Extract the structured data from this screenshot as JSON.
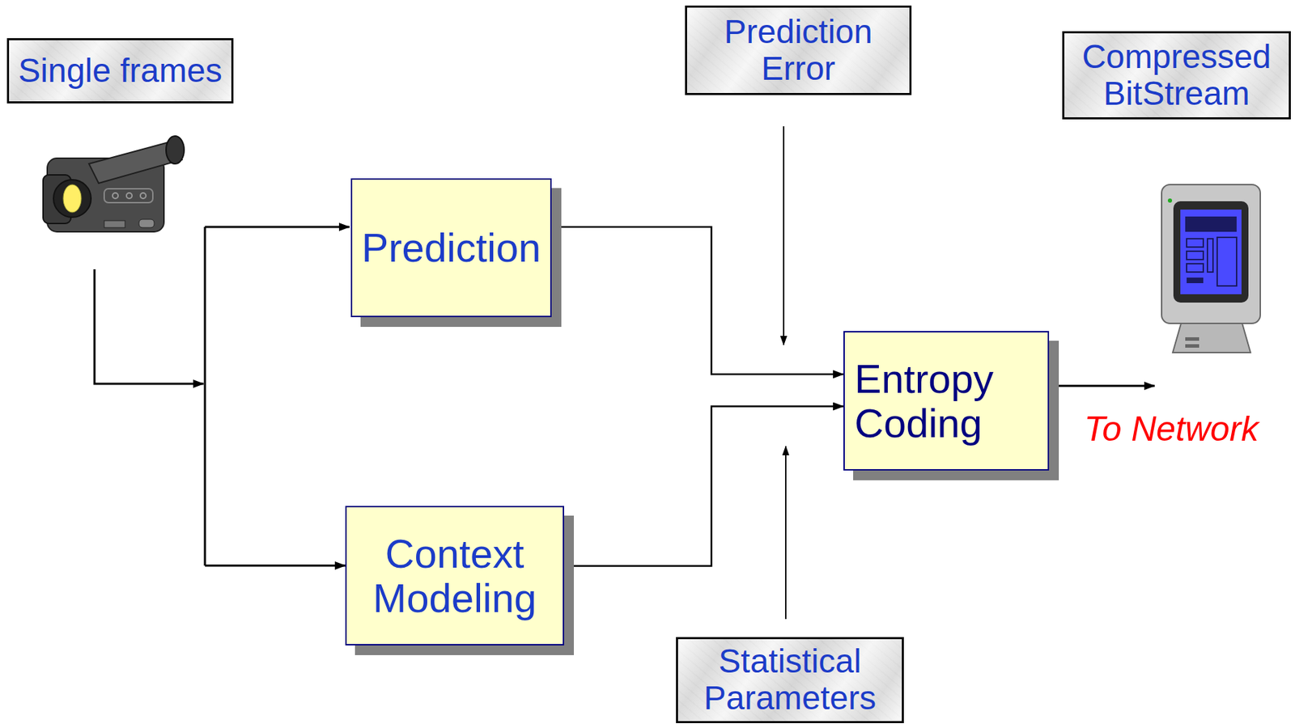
{
  "diagram": {
    "nodes": [
      {
        "text": [
          "Single frames"
        ]
      },
      {
        "text": [
          "Prediction Error"
        ]
      },
      {
        "text": [
          "Compressed BitStream"
        ]
      },
      {
        "text": [
          "Prediction"
        ]
      },
      {
        "text": [
          "Entropy Coding"
        ]
      },
      {
        "text": [
          "Context Modeling"
        ]
      },
      {
        "text": [
          "Statistical Parameters"
        ]
      }
    ],
    "edges": [
      {
        "from": 3,
        "to": 4,
        "arrow": "to"
      },
      {
        "from": 5,
        "to": 4,
        "arrow": "to"
      }
    ],
    "labels": [
      "To Network"
    ]
  }
}
